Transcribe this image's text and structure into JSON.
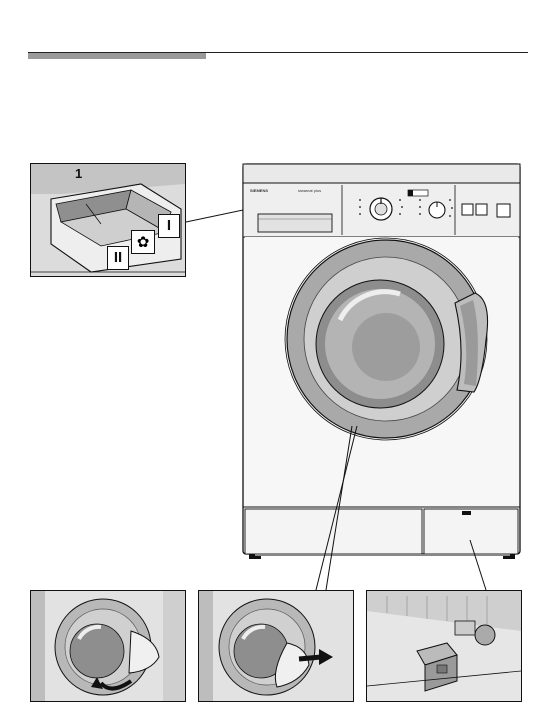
{
  "dispenser_detail": {
    "compartment_1_label": "1",
    "compartment_I_label": "I",
    "compartment_II_label": "II",
    "softener_icon": "flower-icon"
  },
  "machine": {
    "brand_text": "SIEMENS",
    "model_text": "siwamat plus",
    "knob_icon": "programme-knob-icon",
    "door_handle_icon": "door-handle-icon"
  },
  "detail_panels": [
    {
      "name": "door-open-pull",
      "icon": "hand-icon",
      "arrow": "curved-arrow-icon"
    },
    {
      "name": "door-open-swing",
      "icon": "hands-icon",
      "arrow": "arrow-right-icon"
    },
    {
      "name": "pump-filter-access",
      "icon": "filter-icon"
    }
  ],
  "colors": {
    "outline": "#111111",
    "body": "#f4f4f4",
    "shade": "#c9c9c9",
    "door_ring": "#a9a9a9",
    "header_bar": "#9a9a9a"
  }
}
